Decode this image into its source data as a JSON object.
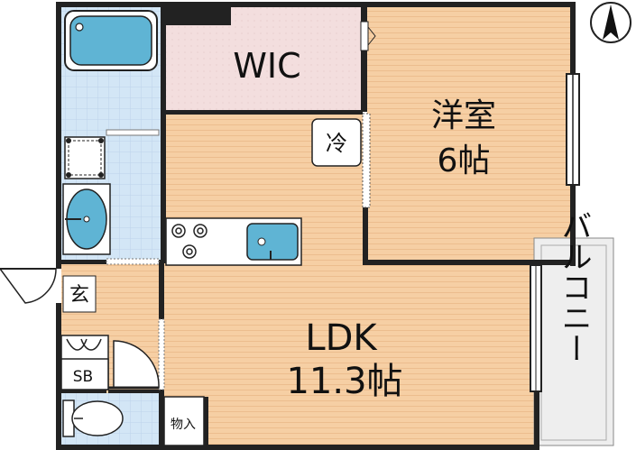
{
  "rooms": {
    "wic": {
      "label": "WIC"
    },
    "western_room": {
      "label": "洋室",
      "size": "6帖"
    },
    "ldk": {
      "label": "LDK",
      "size": "11.3帖"
    },
    "entrance": {
      "label": "玄"
    },
    "shoe_box": {
      "label": "SB"
    },
    "storage": {
      "label": "物入"
    },
    "balcony": {
      "label": "バルコニー"
    }
  },
  "fixtures": {
    "fridge": {
      "label": "冷"
    }
  },
  "colors": {
    "wall": "#222222",
    "floor_wood": "#f6cfa4",
    "floor_wood_line": "#ecbd8e",
    "wic_floor": "#f3dede",
    "tile": "#d3e6f6",
    "tile_line": "#bcd3ea",
    "fixture_blue": "#5fb4d4",
    "balcony": "#eeeeee",
    "storage": "#ffffff"
  },
  "compass": {
    "icon": "north-arrow-icon"
  }
}
